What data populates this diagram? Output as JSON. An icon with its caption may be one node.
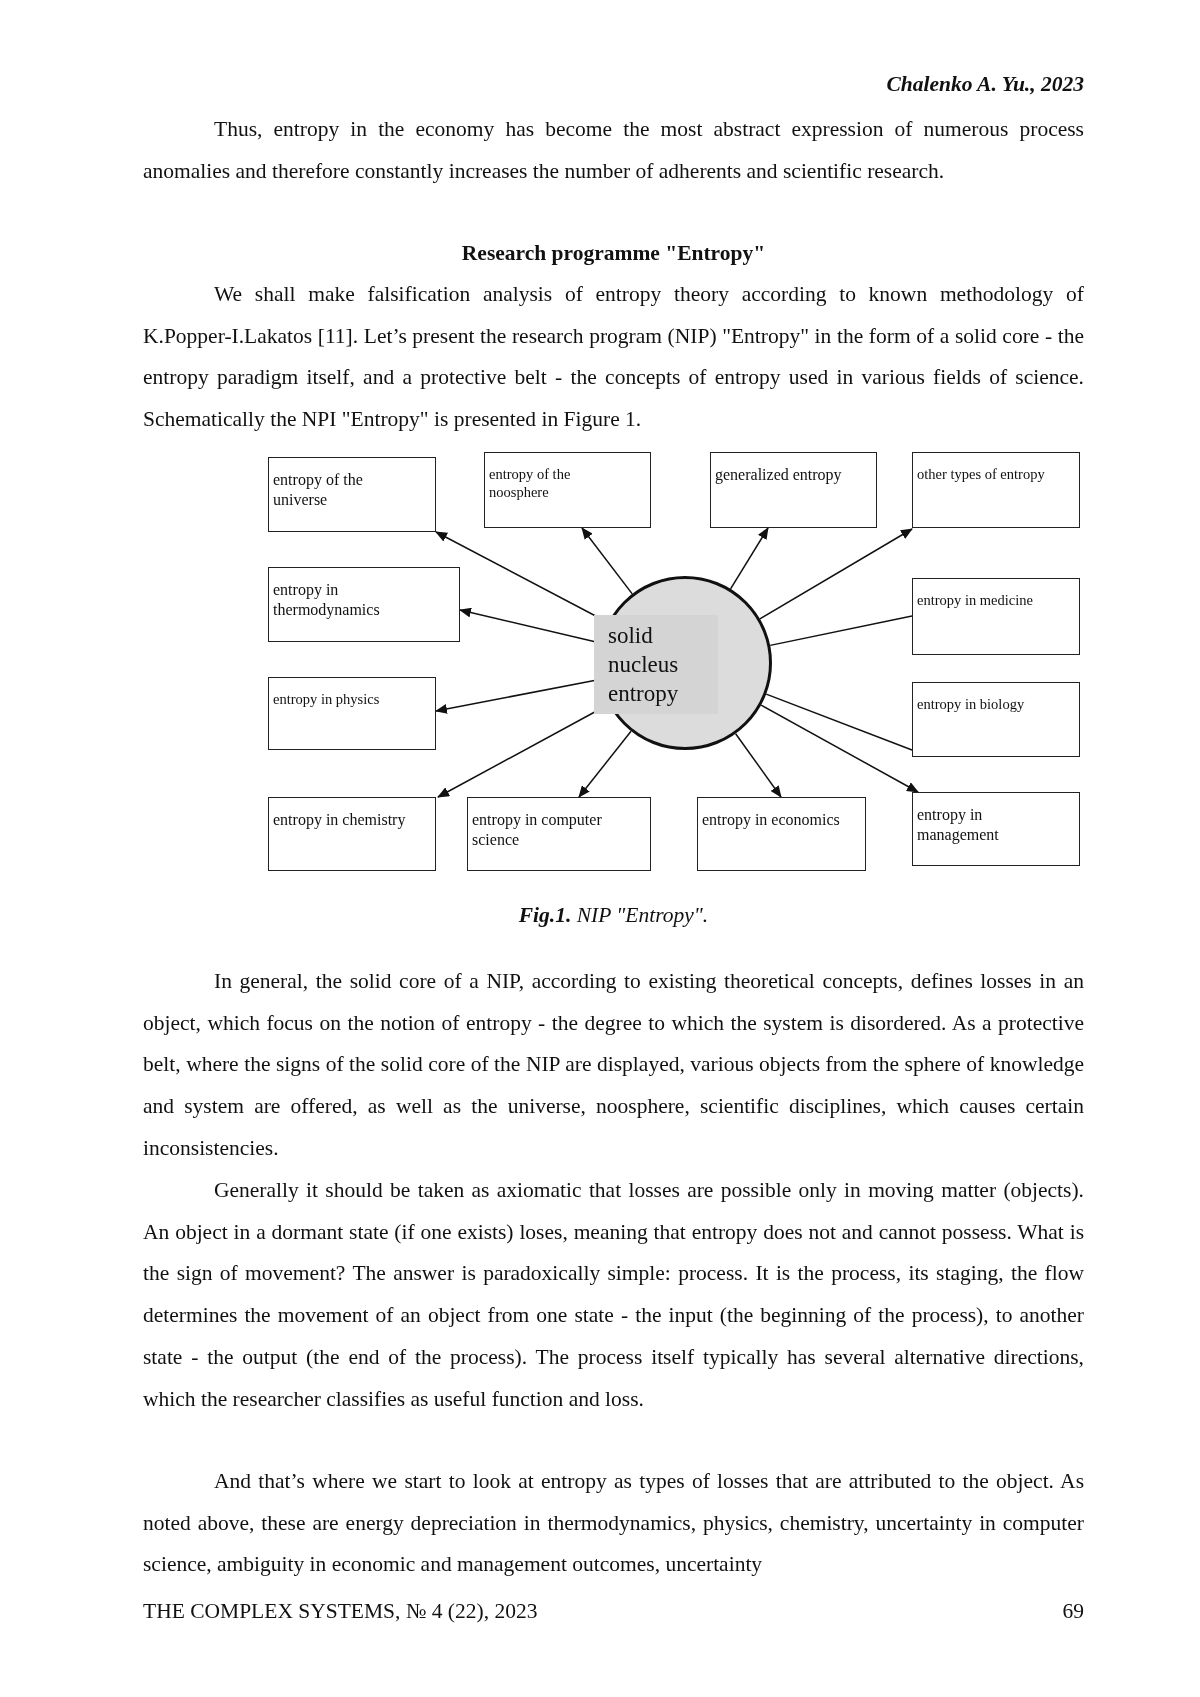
{
  "diagram": {
    "caption": "**Fig.1.** NIP \"Entropy\".",
    "nodes": [
      {
        "text": [
          "solid nucleus entropy"
        ]
      },
      {
        "text": [
          "entropy of the universe"
        ]
      },
      {
        "text": [
          "entropy of the noosphere"
        ]
      },
      {
        "text": [
          "generalized entropy"
        ]
      },
      {
        "text": [
          "other types of entropy"
        ]
      },
      {
        "text": [
          "entropy in thermodynamics"
        ]
      },
      {
        "text": [
          "entropy in medicine"
        ]
      },
      {
        "text": [
          "entropy in physics"
        ]
      },
      {
        "text": [
          "entropy in biology"
        ]
      },
      {
        "text": [
          "entropy in chemistry"
        ]
      },
      {
        "text": [
          "entropy in computer science"
        ]
      },
      {
        "text": [
          "entropy in economics"
        ]
      },
      {
        "text": [
          "entropy in management"
        ]
      }
    ],
    "edges": [
      {
        "from": 0,
        "to": 1,
        "arrow": "to"
      },
      {
        "from": 0,
        "to": 2,
        "arrow": "to"
      },
      {
        "from": 0,
        "to": 3,
        "arrow": "to"
      },
      {
        "from": 0,
        "to": 4,
        "arrow": "to"
      },
      {
        "from": 0,
        "to": 5,
        "arrow": "to"
      },
      {
        "from": 0,
        "to": 6,
        "arrow": "none"
      },
      {
        "from": 0,
        "to": 7,
        "arrow": "to"
      },
      {
        "from": 0,
        "to": 8,
        "arrow": "none"
      },
      {
        "from": 0,
        "to": 9,
        "arrow": "to"
      },
      {
        "from": 0,
        "to": 10,
        "arrow": "to"
      },
      {
        "from": 0,
        "to": 11,
        "arrow": "to"
      },
      {
        "from": 0,
        "to": 12,
        "arrow": "to"
      }
    ],
    "labels": [
      "Chalenko A. Yu., 2023",
      "Thus, entropy in the economy has become the most abstract expression of numerous process anomalies and therefore constantly increases the number of adherents and scientific research.",
      "Research programme \"Entropy\"",
      "We shall make falsification analysis of entropy theory according to known methodology of K.Popper-I.Lakatos [11]. Let’s present the research program (NIP) \"Entropy\" in the form of a solid core - the entropy paradigm itself, and a protective belt - the concepts of entropy used in various fields of science. Schematically the NPI \"Entropy\" is presented in Figure 1.",
      "In general, the solid core of a NIP, according to existing theoretical concepts, defines losses in an object, which focus on the notion of entropy - the degree to which the system is disordered. As a protective belt, where the signs of the solid core of the NIP are displayed, various objects from the sphere of knowledge and system are offered, as well as the universe, noosphere, scientific disciplines, which causes certain inconsistencies.",
      "Generally it should be taken as axiomatic that losses are possible only in moving matter (objects). An object in a dormant state (if one exists) loses, meaning that entropy does not and cannot possess. What is the sign of movement? The answer is paradoxically simple: process. It is the process, its staging, the flow determines the movement of an object from one state - the input (the beginning of the process), to another state - the output (the end of the process). The process itself typically has several alternative directions, which the researcher classifies as useful function and loss.",
      "And that’s where we start to look at entropy as types of losses that are attributed to the object. As noted above, these are energy depreciation in thermodynamics, physics, chemistry, uncertainty in computer science, ambiguity in economic and management outcomes, uncertainty",
      "THE COMPLEX SYSTEMS, № 4 (22), 2023",
      "69"
    ]
  }
}
